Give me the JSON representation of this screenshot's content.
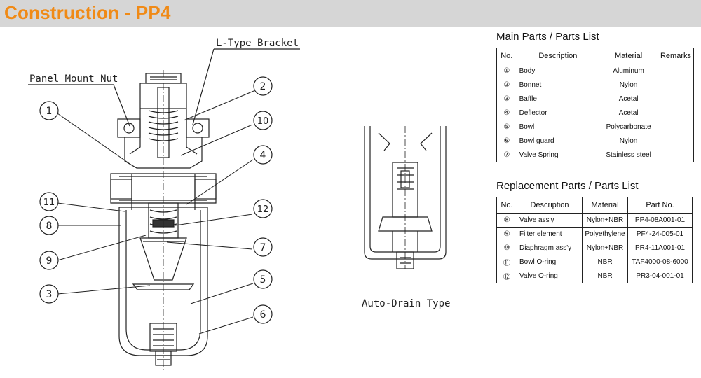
{
  "header": {
    "title": "Construction - PP4"
  },
  "diagram": {
    "labels": {
      "l_type_bracket": "L-Type Bracket",
      "panel_mount_nut": "Panel Mount Nut",
      "auto_drain_type": "Auto-Drain Type"
    },
    "callouts": [
      "1",
      "2",
      "3",
      "4",
      "5",
      "6",
      "7",
      "8",
      "9",
      "10",
      "11",
      "12"
    ]
  },
  "main_parts": {
    "title": "Main Parts / Parts List",
    "headers": [
      "No.",
      "Description",
      "Material",
      "Remarks"
    ],
    "rows": [
      {
        "no": "①",
        "description": "Body",
        "material": "Aluminum",
        "remarks": ""
      },
      {
        "no": "②",
        "description": "Bonnet",
        "material": "Nylon",
        "remarks": ""
      },
      {
        "no": "③",
        "description": "Baffle",
        "material": "Acetal",
        "remarks": ""
      },
      {
        "no": "④",
        "description": "Deflector",
        "material": "Acetal",
        "remarks": ""
      },
      {
        "no": "⑤",
        "description": "Bowl",
        "material": "Polycarbonate",
        "remarks": ""
      },
      {
        "no": "⑥",
        "description": "Bowl guard",
        "material": "Nylon",
        "remarks": ""
      },
      {
        "no": "⑦",
        "description": "Valve Spring",
        "material": "Stainless steel",
        "remarks": ""
      }
    ]
  },
  "replacement_parts": {
    "title": "Replacement Parts / Parts List",
    "headers": [
      "No.",
      "Description",
      "Material",
      "Part No."
    ],
    "rows": [
      {
        "no": "⑧",
        "description": "Valve ass'y",
        "material": "Nylon+NBR",
        "part_no": "PP4-08A001-01"
      },
      {
        "no": "⑨",
        "description": "Filter element",
        "material": "Polyethylene",
        "part_no": "PF4-24-005-01"
      },
      {
        "no": "⑩",
        "description": "Diaphragm ass'y",
        "material": "Nylon+NBR",
        "part_no": "PR4-11A001-01"
      },
      {
        "no": "⑪",
        "description": "Bowl O-ring",
        "material": "NBR",
        "part_no": "TAF4000-08-6000"
      },
      {
        "no": "⑫",
        "description": "Valve O-ring",
        "material": "NBR",
        "part_no": "PR3-04-001-01"
      }
    ]
  },
  "colors": {
    "title_orange": "#f08a16",
    "header_gray": "#d6d6d6"
  }
}
